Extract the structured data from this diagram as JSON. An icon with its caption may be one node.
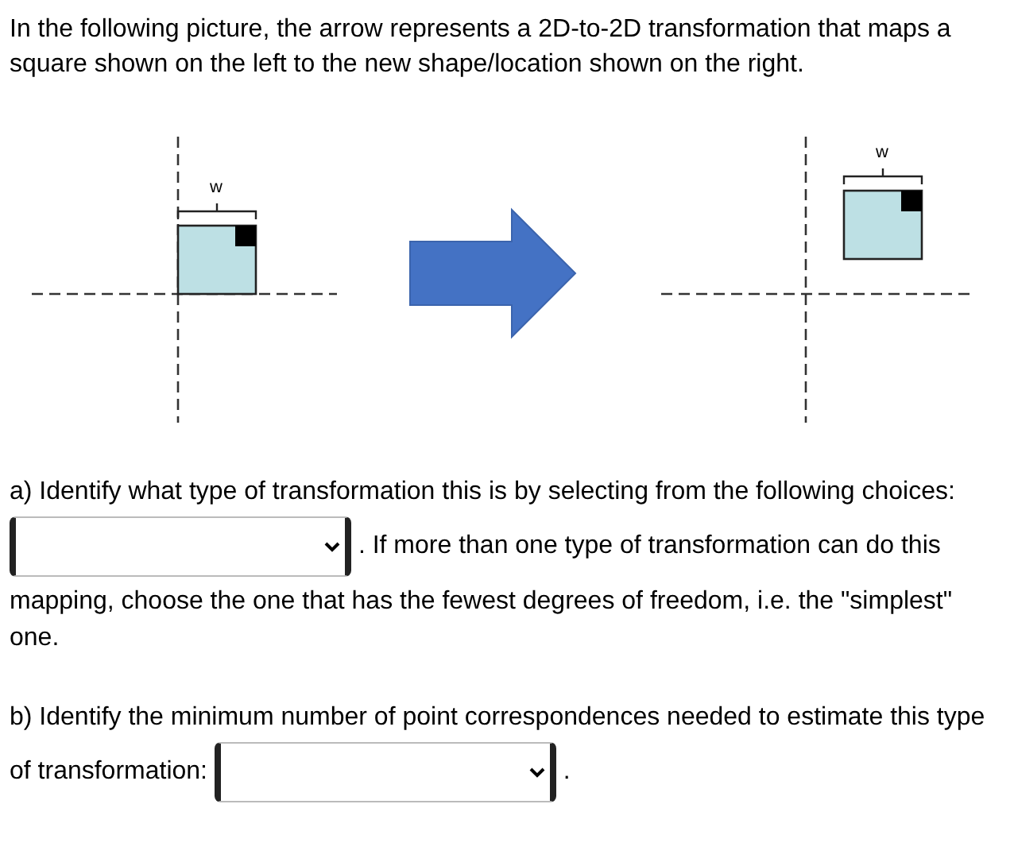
{
  "diagram": {
    "nodes": [
      {
        "text": [
          "w"
        ]
      },
      {
        "text": [
          "w"
        ]
      }
    ],
    "edges": [
      {
        "from": 0,
        "to": 1,
        "arrow": "to"
      }
    ],
    "labels": [
      "In the following picture, the arrow represents a 2D-to-2D transformation that maps a square shown on the left to the new shape/location shown on the right.",
      "a) Identify what type of transformation this is by selecting from the following choices:",
      ". If more than one type of transformation can do this mapping, choose the one that has the fewest degrees of freedom, i.e. the \"simplest\" one.",
      "b) Identify the minimum number of point correspondences needed to estimate this type of transformation:",
      "."
    ]
  }
}
